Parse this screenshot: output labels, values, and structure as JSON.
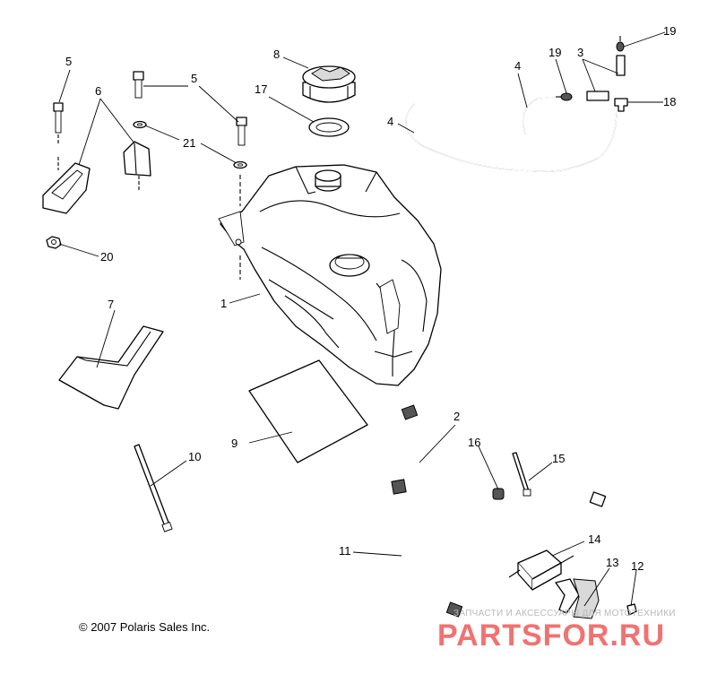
{
  "diagram": {
    "copyright": "© 2007 Polaris Sales Inc.",
    "watermark": {
      "subtitle": "ЗАПЧАСТИ И АКСЕССУАРЫ ДЛЯ МОТОТЕХНИКИ",
      "brand": "PARTSFOR.RU"
    },
    "callouts": [
      "1",
      "2",
      "3",
      "4",
      "4",
      "5",
      "5",
      "6",
      "7",
      "8",
      "9",
      "10",
      "11",
      "12",
      "13",
      "14",
      "15",
      "16",
      "17",
      "18",
      "19",
      "19",
      "20",
      "21"
    ]
  }
}
